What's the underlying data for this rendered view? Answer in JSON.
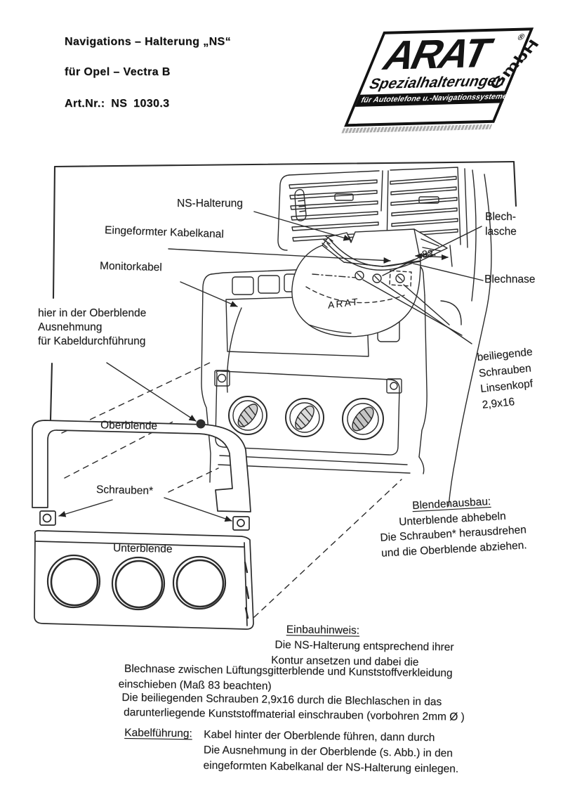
{
  "page": {
    "title_line1": "Navigations – Halterung „NS“",
    "title_line2": "für Opel – Vectra B",
    "title_line3": "Art.Nr.:  NS  1030.3"
  },
  "logo": {
    "brand": "ARAT",
    "registered": "®",
    "suffix": "GmbH",
    "subtitle": "Spezialhalterungen",
    "tagline": "für Autotelefone u.-Navigationssysteme"
  },
  "diagram": {
    "labels": {
      "ns_halterung": "NS-Halterung",
      "kabelkanal": "Eingeformter Kabelkanal",
      "monitorkabel": "Monitorkabel",
      "ausnehmung_line1": "hier in der Oberblende",
      "ausnehmung_line2": "Ausnehmung",
      "ausnehmung_line3": "für Kabeldurchführung",
      "blechlasche_line1": "Blech-",
      "blechlasche_line2": "lasche",
      "blechnase": "Blechnase",
      "schrauben_note_line1": "beiliegende",
      "schrauben_note_line2": "Schrauben",
      "schrauben_note_line3": "Linsenkopf",
      "schrauben_note_line4": "2,9x16",
      "oberblende": "Oberblende",
      "schrauben": "Schrauben*",
      "unterblende": "Unterblende",
      "dimension_83": "83",
      "arat_engraving": "ARAT"
    },
    "blendenausbau": {
      "heading": "Blendenausbau:",
      "line1": "Unterblende abhebeln",
      "line2": "Die Schrauben* herausdrehen",
      "line3": "und die Oberblende abziehen."
    }
  },
  "instructions": {
    "einbauhinweis": {
      "heading": "Einbauhinweis:",
      "line1": "Die NS-Halterung entsprechend ihrer",
      "line2": "Kontur ansetzen und dabei die",
      "line3": "Blechnase zwischen Lüftungsgitterblende und Kunststoffverkleidung",
      "line4": "einschieben (Maß 83 beachten)",
      "line5": "Die beiliegenden Schrauben 2,9x16 durch die Blechlaschen in das",
      "line6": "darunterliegende Kunststoffmaterial einschrauben (vorbohren 2mm Ø )"
    },
    "kabelfuehrung": {
      "heading": "Kabelführung:",
      "line1": "Kabel hinter der Oberblende führen, dann durch",
      "line2": "Die Ausnehmung in der Oberblende (s. Abb.) in den",
      "line3": "eingeformten Kabelkanal der NS-Halterung einlegen."
    }
  },
  "colors": {
    "ink": "#2b2b2b",
    "paper": "#ffffff"
  }
}
